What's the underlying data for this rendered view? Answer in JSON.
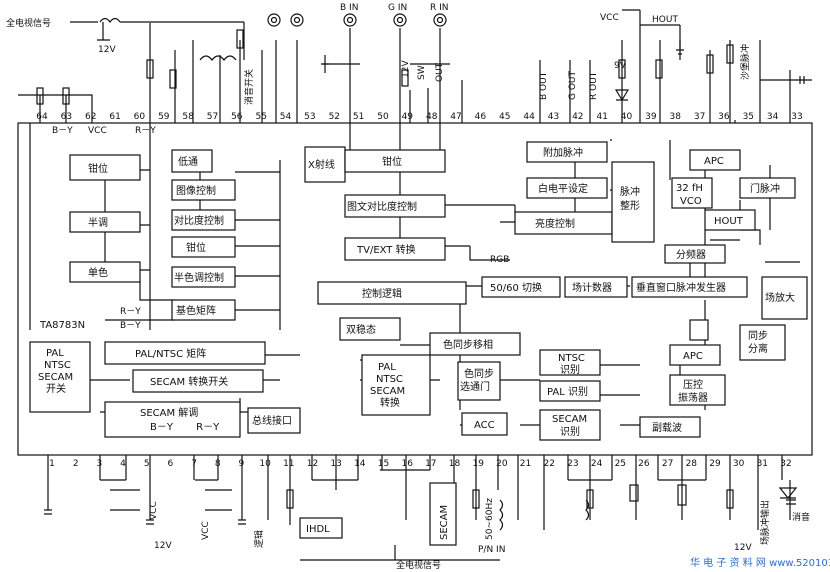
{
  "chip": {
    "name": "TA8783N",
    "top_pins": [
      "64",
      "63",
      "62",
      "61",
      "60",
      "59",
      "58",
      "57",
      "56",
      "55",
      "54",
      "53",
      "52",
      "51",
      "50",
      "49",
      "48",
      "47",
      "46",
      "45",
      "44",
      "43",
      "42",
      "41",
      "40",
      "39",
      "38",
      "37",
      "36",
      "35",
      "34",
      "33"
    ],
    "bottom_pins": [
      "1",
      "2",
      "3",
      "4",
      "5",
      "6",
      "7",
      "8",
      "9",
      "10",
      "11",
      "12",
      "13",
      "14",
      "15",
      "16",
      "17",
      "18",
      "19",
      "20",
      "21",
      "22",
      "23",
      "24",
      "25",
      "26",
      "27",
      "28",
      "29",
      "30",
      "31",
      "32"
    ],
    "pin_labels": {
      "by": "B－Y",
      "vcc": "VCC",
      "ry": "R－Y"
    }
  },
  "blocks": {
    "clamp_left": "钳位",
    "half_tone": "半调",
    "mono": "单色",
    "lowpass": "低通",
    "image_ctrl": "图像控制",
    "contrast": "对比度控制",
    "clamp_mid": "钳位",
    "halftone_ctrl": "半色调控制",
    "matrix": "基色矩阵",
    "xray": "X射线",
    "clamp_rgb": "钳位",
    "text_contrast": "图文对比度控制",
    "tv_ext": "TV/EXT 转换",
    "extra_pulse": "附加脉冲",
    "white_bal": "白电平设定",
    "brightness": "亮度控制",
    "pulse_shape": "脉冲\n整形",
    "apc_top": "APC",
    "vco": "32 fH\nVCO",
    "gate_pulse": "门脉冲",
    "hout": "HOUT",
    "divider": "分频器",
    "ctrl_logic": "控制逻辑",
    "switch_5060": "50/60 切换",
    "field_counter": "场计数器",
    "vwin": "垂直窗口脉冲发生器",
    "field_amp": "场放大",
    "bistable": "双稳态",
    "pal_ntsc_matrix": "PAL/NTSC 矩阵",
    "secam_switch": "SECAM 转换开关",
    "secam_demod": "SECAM 解调",
    "secam_demod_sub": "B－Y　　 R－Y",
    "sys_switch": "PAL\nNTSC\nSECAM\n开关",
    "bus": "总线接口",
    "sys_convert": "PAL\nNTSC\nSECAM\n转换",
    "color_phase": "色同步移相",
    "burst_gate": "色同步\n选通门",
    "acc": "ACC",
    "ntsc_id": "NTSC\n识别",
    "pal_id": "PAL 识别",
    "secam_id": "SECAM\n识别",
    "apc_bot": "APC",
    "vcxo": "压控\n振荡器",
    "subcarrier": "副载波",
    "sync_sep": "同步\n分离",
    "ihdl": "IHDL",
    "secam_filter": "SECAM"
  },
  "external_labels": {
    "video_in_top": "全电视信号",
    "v12_a": "12V",
    "b_in": "B IN",
    "g_in": "G IN",
    "r_in": "R IN",
    "v12_b": "12V",
    "sw": "SW",
    "out": "OUT",
    "b_out": "B OUT",
    "g_out": "G OUT",
    "r_out": "R OUT",
    "vcc_top": "VCC",
    "hout_top": "HOUT",
    "v9": "9V",
    "sandcastle": "沙堡脉冲",
    "mute_switch": "消音开关",
    "rgb": "RGB",
    "r_y": "R－Y",
    "b_y": "B－Y",
    "vcc_b1": "VCC",
    "v12_bot": "12V",
    "vcc_b2": "VCC",
    "logic": "逻辑",
    "hz": "50~60Hz",
    "pn_in": "P/N IN",
    "video_in_bot": "全电视信号",
    "v12_br": "12V",
    "vpulse_out": "场脉冲输出",
    "mute": "消音"
  },
  "watermark": "华 电 子 资 料 网  www.520101.com"
}
